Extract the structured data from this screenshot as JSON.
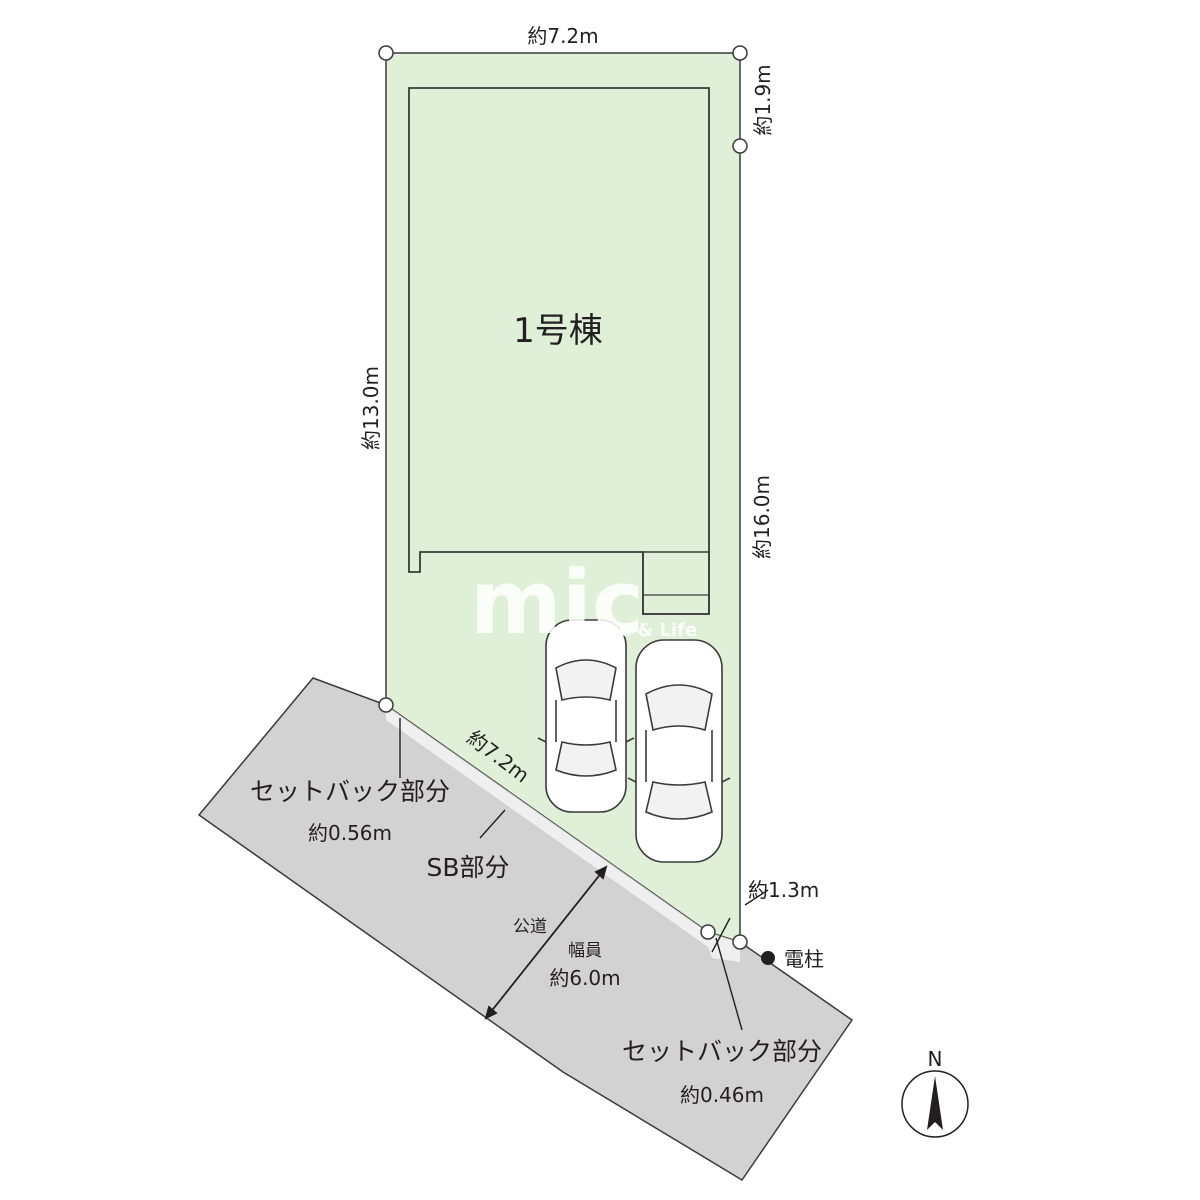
{
  "plot": {
    "building_label": "1号棟",
    "dim_top": "約7.2m",
    "dim_right_upper": "約1.9m",
    "dim_left": "約13.0m",
    "dim_right": "約16.0m",
    "dim_front": "約7.2m",
    "dim_corner": "約1.3m"
  },
  "road": {
    "setback_1_label": "セットバック部分",
    "setback_1_value": "約0.56m",
    "sb_label": "SB部分",
    "road_label": "公道",
    "width_label": "幅員",
    "width_value": "約6.0m",
    "setback_2_label": "セットバック部分",
    "setback_2_value": "約0.46m"
  },
  "legend": {
    "pole_label": "電柱"
  },
  "compass": {
    "north_label": "N"
  },
  "watermark": {
    "brand": "mic",
    "tagline": "House & Life"
  },
  "colors": {
    "lot": "#e0f0d8",
    "road": "#d2d2d2",
    "line": "#3a3a3a"
  }
}
